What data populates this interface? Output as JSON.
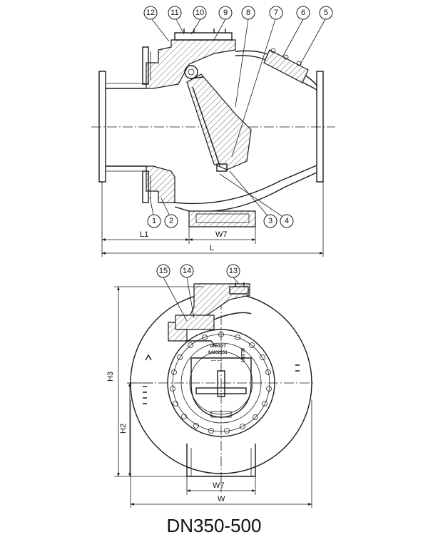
{
  "callouts": {
    "c1": "1",
    "c2": "2",
    "c3": "3",
    "c4": "4",
    "c5": "5",
    "c6": "6",
    "c7": "7",
    "c8": "8",
    "c9": "9",
    "c10": "10",
    "c11": "11",
    "c12": "12",
    "c13": "13",
    "c14": "14",
    "c15": "15"
  },
  "dimensions": {
    "L1": "L1",
    "W7_top": "W7",
    "L": "L",
    "H3": "H3",
    "H2": "H2",
    "W7_bottom": "W7",
    "W": "W"
  },
  "nameplate": {
    "line1": "DI  500/7",
    "line2": "64102151",
    "line3": "....    ....",
    "brand": "GLERT"
  },
  "title": "DN350-500"
}
